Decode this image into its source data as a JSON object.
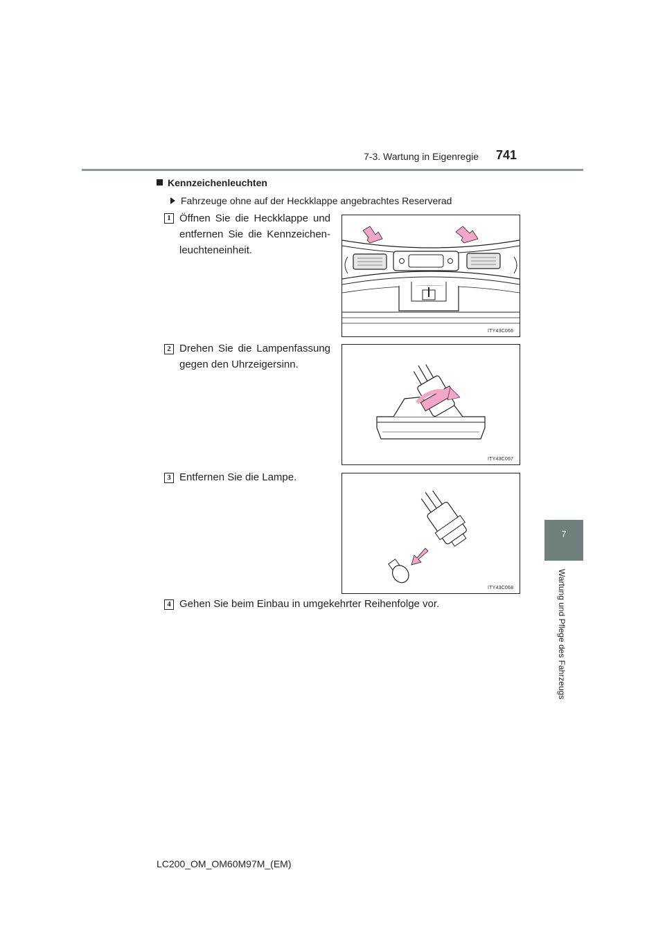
{
  "header": {
    "section": "7-3. Wartung in Eigenregie",
    "page_number": "741"
  },
  "side_tab": {
    "chapter_number": "7",
    "chapter_title": "Wartung und Pflege des Fahrzeugs"
  },
  "section": {
    "title": "Kennzeichenleuchten",
    "subtitle": "Fahrzeuge ohne auf der Heckklappe angebrachtes Reserverad"
  },
  "steps": [
    {
      "number": "1",
      "text": "Öffnen Sie die Heckklappe und entfernen Sie die Kennzeichen-leuchteneinheit.",
      "figure_code": "ITY43C066"
    },
    {
      "number": "2",
      "text": "Drehen Sie die Lampenfassung gegen den Uhrzeigersinn.",
      "figure_code": "ITY43C067"
    },
    {
      "number": "3",
      "text": "Entfernen Sie die Lampe.",
      "figure_code": "ITY43C068"
    },
    {
      "number": "4",
      "text": "Gehen Sie beim Einbau in umgekehrter Reihenfolge vor."
    }
  ],
  "footer": "LC200_OM_OM60M97M_(EM)",
  "colors": {
    "accent_arrow": "#f4a6c8",
    "side_tab": "#6f7f7c",
    "rule": "#8a9a98"
  }
}
